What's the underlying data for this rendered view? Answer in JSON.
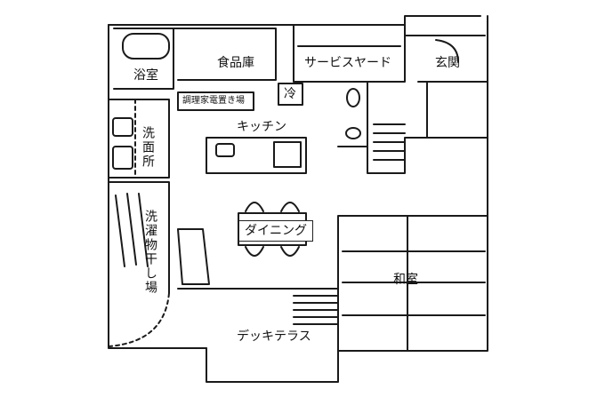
{
  "rooms": {
    "bath": "浴室",
    "pantry": "食品庫",
    "service_yard": "サービスヤード",
    "entrance": "玄関",
    "appliance_area": "調理家電置き場",
    "fridge": "冷",
    "kitchen": "キッチン",
    "washroom": "洗面所",
    "laundry_area": "洗濯物干し場",
    "dining": "ダイニング",
    "washitsu": "和室",
    "deck_terrace": "デッキテラス"
  }
}
